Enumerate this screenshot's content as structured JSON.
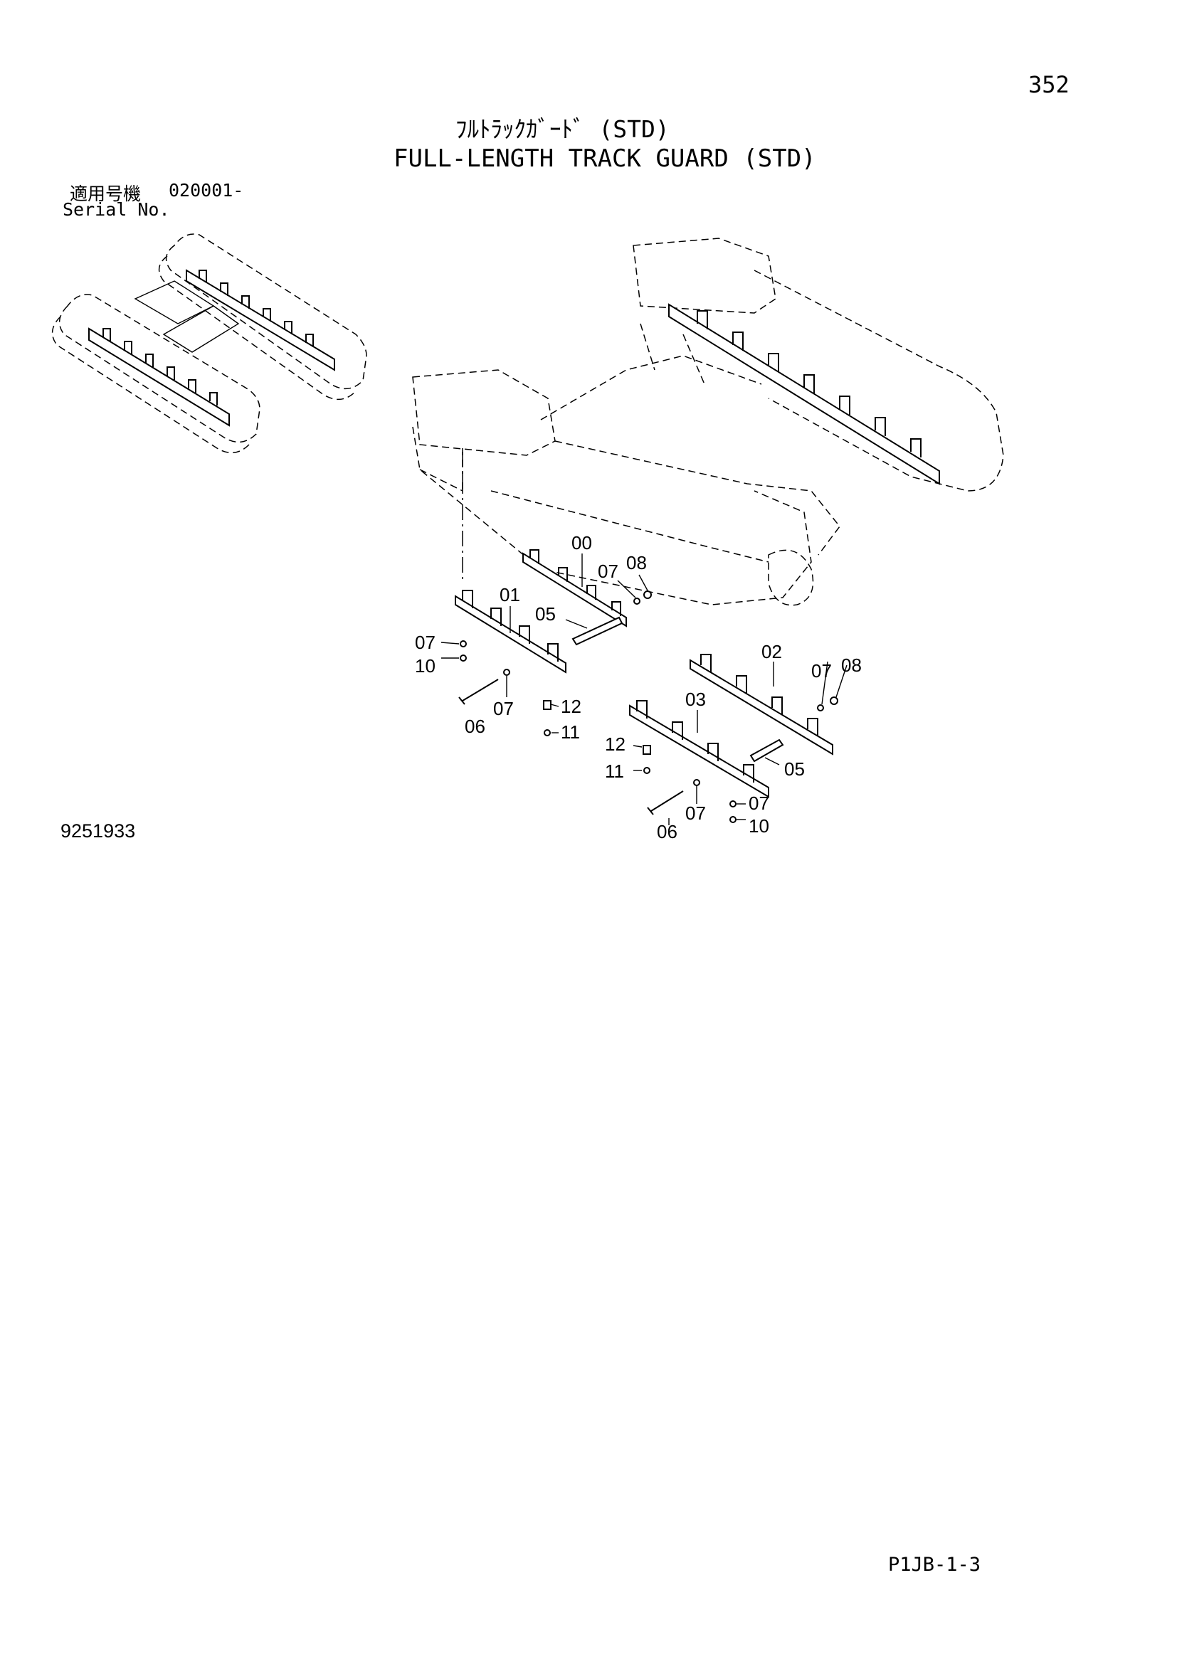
{
  "page_number": "352",
  "title_jp": "ﾌﾙﾄﾗｯｸｶﾞｰﾄﾞ (STD)",
  "title_en": "FULL-LENGTH TRACK GUARD (STD)",
  "serial": {
    "label_jp": "適用号機",
    "value": "020001-",
    "label_en": "Serial No."
  },
  "callouts": {
    "c00": "00",
    "c01": "01",
    "c02": "02",
    "c03": "03",
    "c05a": "05",
    "c05b": "05",
    "c06a": "06",
    "c06b": "06",
    "c07a": "07",
    "c07b": "07",
    "c07c": "07",
    "c07d": "07",
    "c07e": "07",
    "c07f": "07",
    "c08a": "08",
    "c08b": "08",
    "c10a": "10",
    "c10b": "10",
    "c11a": "11",
    "c11b": "11",
    "c12a": "12",
    "c12b": "12"
  },
  "figure_number": "9251933",
  "page_code": "P1JB-1-3"
}
